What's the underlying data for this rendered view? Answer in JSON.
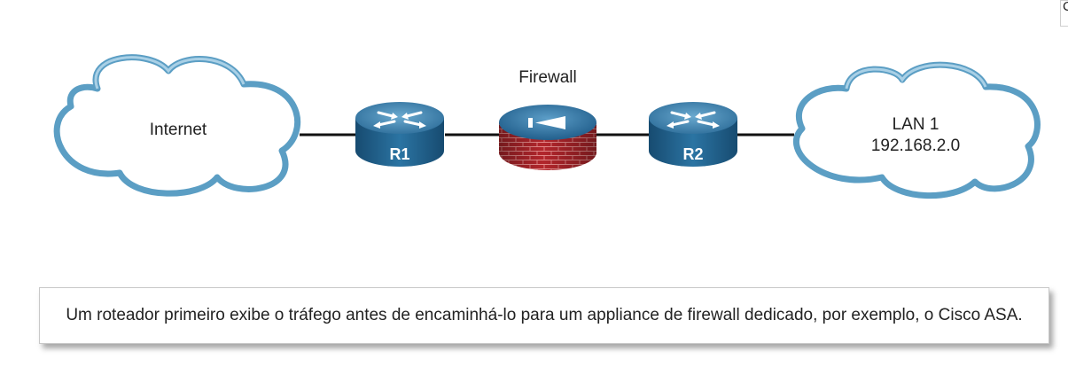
{
  "diagram": {
    "nodes": {
      "internet": {
        "label": "Internet"
      },
      "r1": {
        "label": "R1"
      },
      "firewall": {
        "label": "Firewall"
      },
      "r2": {
        "label": "R2"
      },
      "lan": {
        "label_line1": "LAN 1",
        "label_line2": "192.168.2.0"
      }
    },
    "links": [
      {
        "from": "internet",
        "to": "r1"
      },
      {
        "from": "r1",
        "to": "firewall"
      },
      {
        "from": "firewall",
        "to": "r2"
      },
      {
        "from": "r2",
        "to": "lan"
      }
    ]
  },
  "caption": "Um roteador primeiro exibe o tráfego antes de encaminhá-lo para um appliance de firewall dedicado, por exemplo, o Cisco ASA.",
  "edge_tab": "C",
  "colors": {
    "router_top": "#4a8cb6",
    "router_side": "#1d5b85",
    "firewall_brick": "#b3262c",
    "cloud_outline": "#5b9ec4",
    "link": "#111111"
  }
}
